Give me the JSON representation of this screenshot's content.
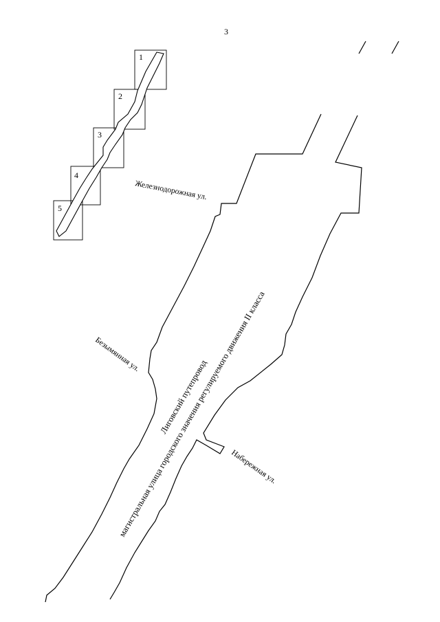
{
  "page": {
    "number": "3"
  },
  "sheets": [
    {
      "number": "1"
    },
    {
      "number": "2"
    },
    {
      "number": "3"
    },
    {
      "number": "4"
    },
    {
      "number": "5"
    }
  ],
  "streets": {
    "zheleznodorozhnaya": "Железнодорожная ул.",
    "bezymyannaya": "Безымянная ул.",
    "naberezhnaya": "Набережная ул."
  },
  "road": {
    "name": "Лиговский путепровод",
    "classification": "магистральная улица городского значения регулируемого движения II класса"
  }
}
